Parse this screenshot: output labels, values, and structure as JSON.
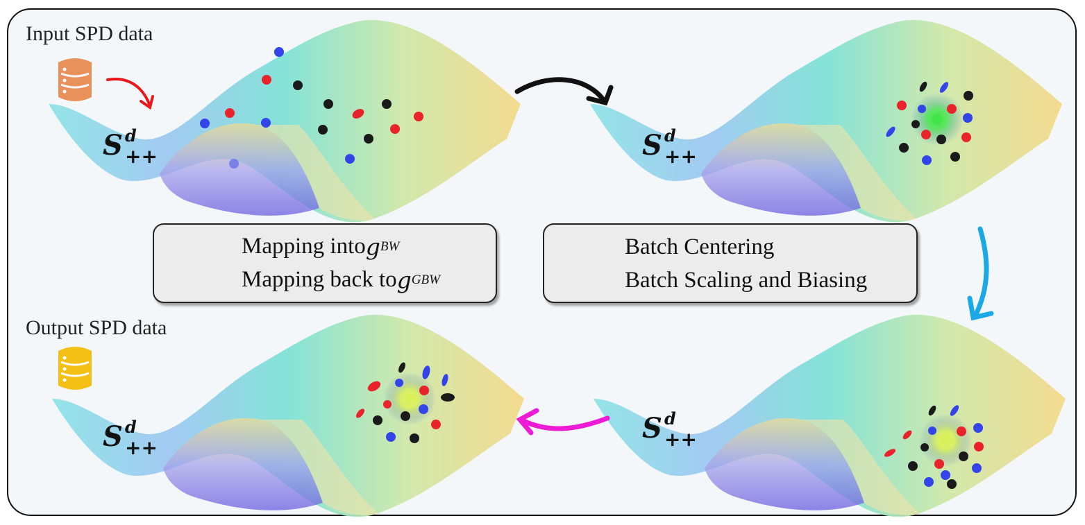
{
  "captions": {
    "input": "Input SPD data",
    "output": "Output SPD data"
  },
  "manifold_label": {
    "base": "S",
    "superscript": "d",
    "subscript": "++"
  },
  "legend_left": {
    "item1_text": "Mapping into ",
    "item1_metric": "g",
    "item1_sup": "BW",
    "item1_arrow_color": "#e8191a",
    "item2_text": "Mapping back to ",
    "item2_metric": "g",
    "item2_sup": "GBW",
    "item2_arrow_color": "#ee1bd6"
  },
  "legend_right": {
    "item1_text": "Batch Centering",
    "item1_arrow_color": "#111111",
    "item2_text": "Batch Scaling and Biasing",
    "item2_arrow_color": "#1aa9e6"
  },
  "colors": {
    "red_point": "#e8232a",
    "blue_point": "#3344e8",
    "black_point": "#1a1a1a",
    "center_green": "#3ee64a",
    "center_yellow": "#d8f05a",
    "input_db": "#e8915a",
    "output_db": "#f5c016"
  },
  "icons": [
    "database-icon",
    "database-icon"
  ]
}
